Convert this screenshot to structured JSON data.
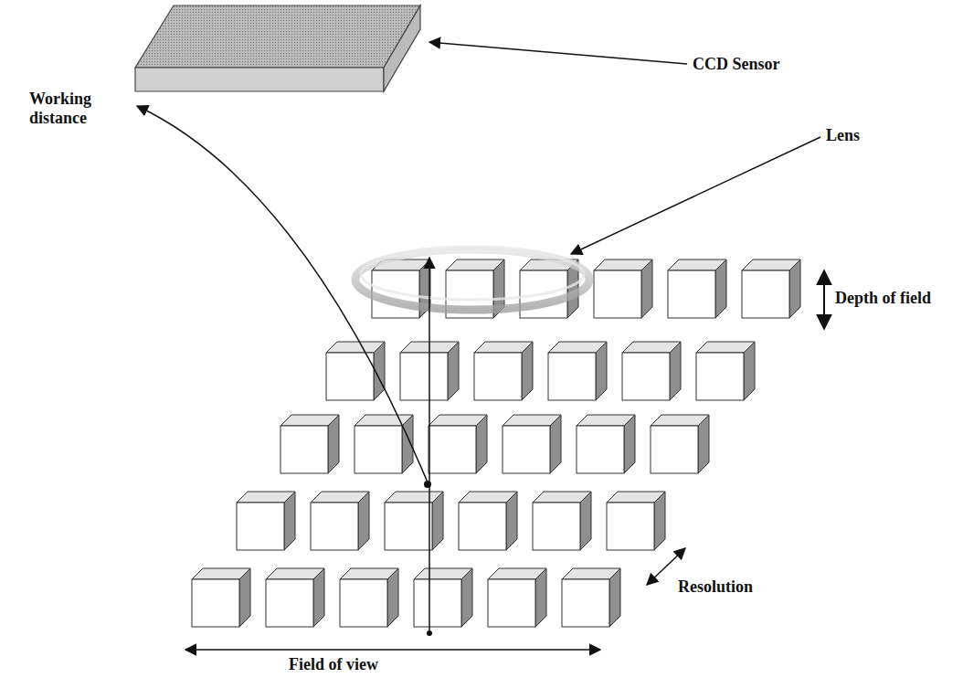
{
  "diagram": {
    "labels": [
      "CCD Sensor",
      "Lens",
      "Depth of field",
      "Working distance",
      "Resolution",
      "Field of view"
    ]
  }
}
